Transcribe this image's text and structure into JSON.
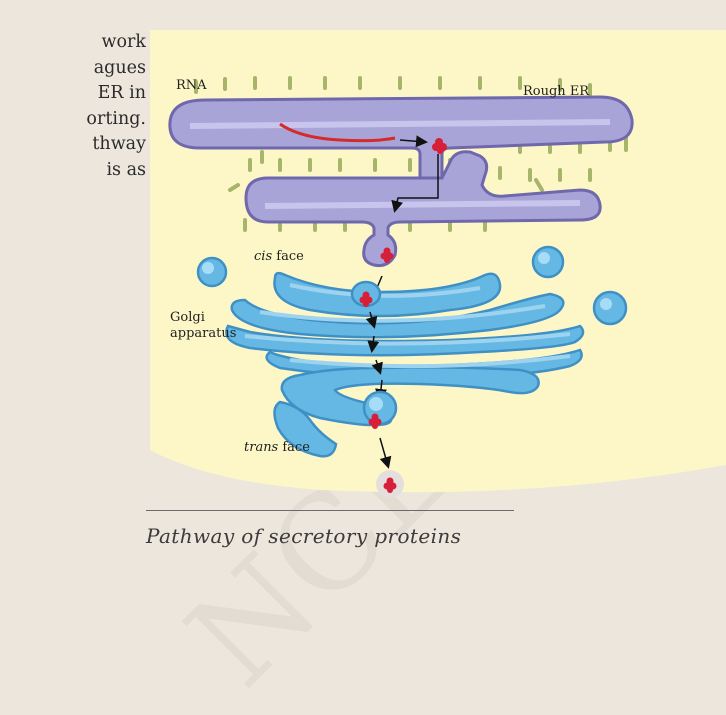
{
  "side_text": {
    "lines": [
      "work",
      "agues",
      "ER in",
      "orting.",
      "thway",
      "is as"
    ]
  },
  "diagram": {
    "labels": {
      "rna": "RNA",
      "rough_er": "Rough ER",
      "cis_italic": "cis",
      "cis_rest": " face",
      "golgi_line1": "Golgi",
      "golgi_line2": "apparatus",
      "trans_italic": "trans",
      "trans_rest": " face"
    },
    "colors": {
      "panel_bg": "#fdf7c8",
      "er_fill": "#a9a4d8",
      "er_stroke": "#6f68ad",
      "ribosome": "#a7b56a",
      "rna": "#d42a2a",
      "golgi_fill": "#66b8e4",
      "golgi_stroke": "#3e90c5",
      "protein": "#d81f3a"
    }
  },
  "caption": "Pathway of secretory proteins",
  "watermark": "NCERT republished"
}
